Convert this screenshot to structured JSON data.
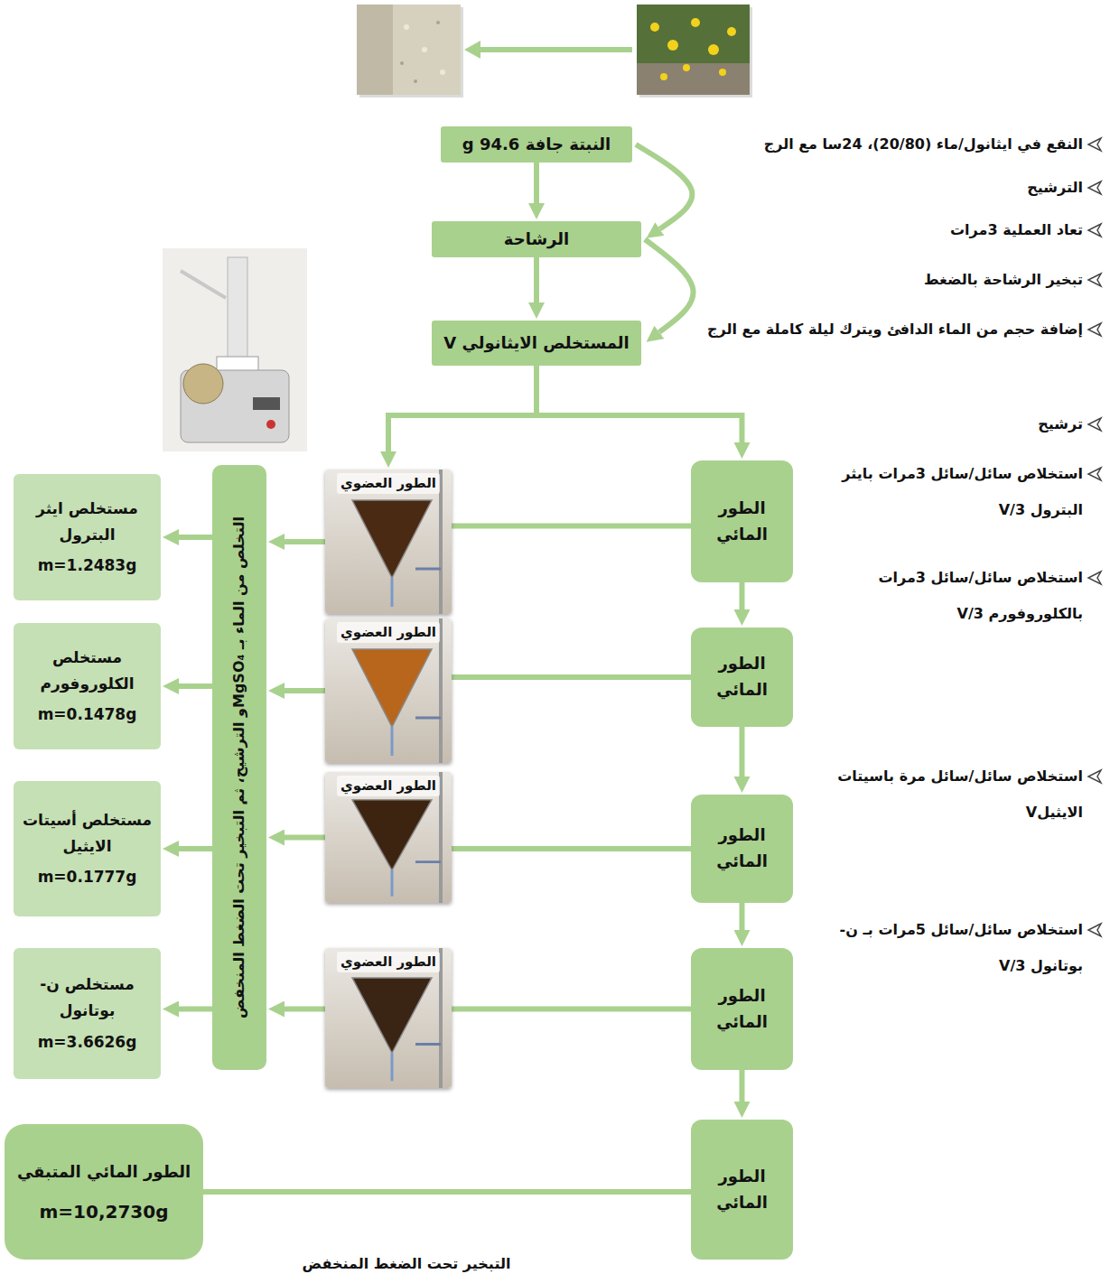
{
  "diagram": {
    "nodes": [
      {
        "text": [
          "النبتة جافة 94.6 g"
        ]
      },
      {
        "text": [
          "الرشاحة"
        ]
      },
      {
        "text": [
          "المستخلص الايثانولي V"
        ]
      },
      {
        "text": [
          "الطور المائي"
        ]
      },
      {
        "text": [
          "الطور العضوي"
        ]
      },
      {
        "text": [
          "التخلص من الماء بـ MgSO₄و الترشيح، ثم التبخير تحت الضغط المنخفض"
        ]
      },
      {
        "text": [
          "مستخلص ايثر البترول",
          "m=1.2483g"
        ]
      },
      {
        "text": [
          "الطور المائي"
        ]
      },
      {
        "text": [
          "الطور العضوي"
        ]
      },
      {
        "text": [
          "مستخلص الكلوروفورم",
          "m=0.1478g"
        ]
      },
      {
        "text": [
          "الطور المائي"
        ]
      },
      {
        "text": [
          "الطور العضوي"
        ]
      },
      {
        "text": [
          "مستخلص أسيتات الايثيل",
          "m=0.1777g"
        ]
      },
      {
        "text": [
          "الطور المائي"
        ]
      },
      {
        "text": [
          "الطور العضوي"
        ]
      },
      {
        "text": [
          "مستخلص ن-بوتانول",
          "m=3.6626g"
        ]
      },
      {
        "text": [
          "الطور المائي"
        ]
      },
      {
        "text": [
          "الطور المائي المتبقي",
          "m=10,2730g"
        ]
      }
    ],
    "edges": [
      {
        "from": 0,
        "to": 1,
        "arrow": "to"
      },
      {
        "from": 0,
        "to": 1,
        "arrow": "to"
      },
      {
        "from": 1,
        "to": 2,
        "arrow": "to"
      },
      {
        "from": 1,
        "to": 2,
        "arrow": "to"
      },
      {
        "from": 2,
        "to": 4,
        "arrow": "to"
      },
      {
        "from": 2,
        "to": 3,
        "arrow": "to"
      },
      {
        "from": 3,
        "to": 7,
        "arrow": "to"
      },
      {
        "from": 7,
        "to": 10,
        "arrow": "to"
      },
      {
        "from": 10,
        "to": 13,
        "arrow": "to"
      },
      {
        "from": 13,
        "to": 16,
        "arrow": "to"
      },
      {
        "from": 3,
        "to": 4,
        "arrow": "none"
      },
      {
        "from": 7,
        "to": 8,
        "arrow": "none"
      },
      {
        "from": 10,
        "to": 11,
        "arrow": "none"
      },
      {
        "from": 13,
        "to": 14,
        "arrow": "none"
      },
      {
        "from": 4,
        "to": 5,
        "arrow": "to"
      },
      {
        "from": 8,
        "to": 5,
        "arrow": "to"
      },
      {
        "from": 11,
        "to": 5,
        "arrow": "to"
      },
      {
        "from": 14,
        "to": 5,
        "arrow": "to"
      },
      {
        "from": 5,
        "to": 6,
        "arrow": "to"
      },
      {
        "from": 5,
        "to": 9,
        "arrow": "to"
      },
      {
        "from": 5,
        "to": 12,
        "arrow": "to"
      },
      {
        "from": 5,
        "to": 15,
        "arrow": "to"
      },
      {
        "from": 16,
        "to": 17,
        "arrow": "none"
      }
    ],
    "labels": [
      "النقع في ايثانول/ماء (20/80)، 24سا مع الرج",
      "الترشيح",
      "تعاد العملية 3مرات",
      "تبخير الرشاحة بالضغط",
      "إضافة حجم من الماء الدافئ ويترك ليلة كاملة مع الرج",
      "ترشيح",
      "استخلاص سائل/سائل 3مرات بايثر البترول V/3",
      "استخلاص سائل/سائل 3مرات بالكلوروفورم V/3",
      "استخلاص سائل/سائل مرة باسيتات الايثيلV",
      "استخلاص سائل/سائل 5مرات بـ ن-بوتانول V/3",
      "التبخير تحت الضغط المنخفض"
    ]
  }
}
